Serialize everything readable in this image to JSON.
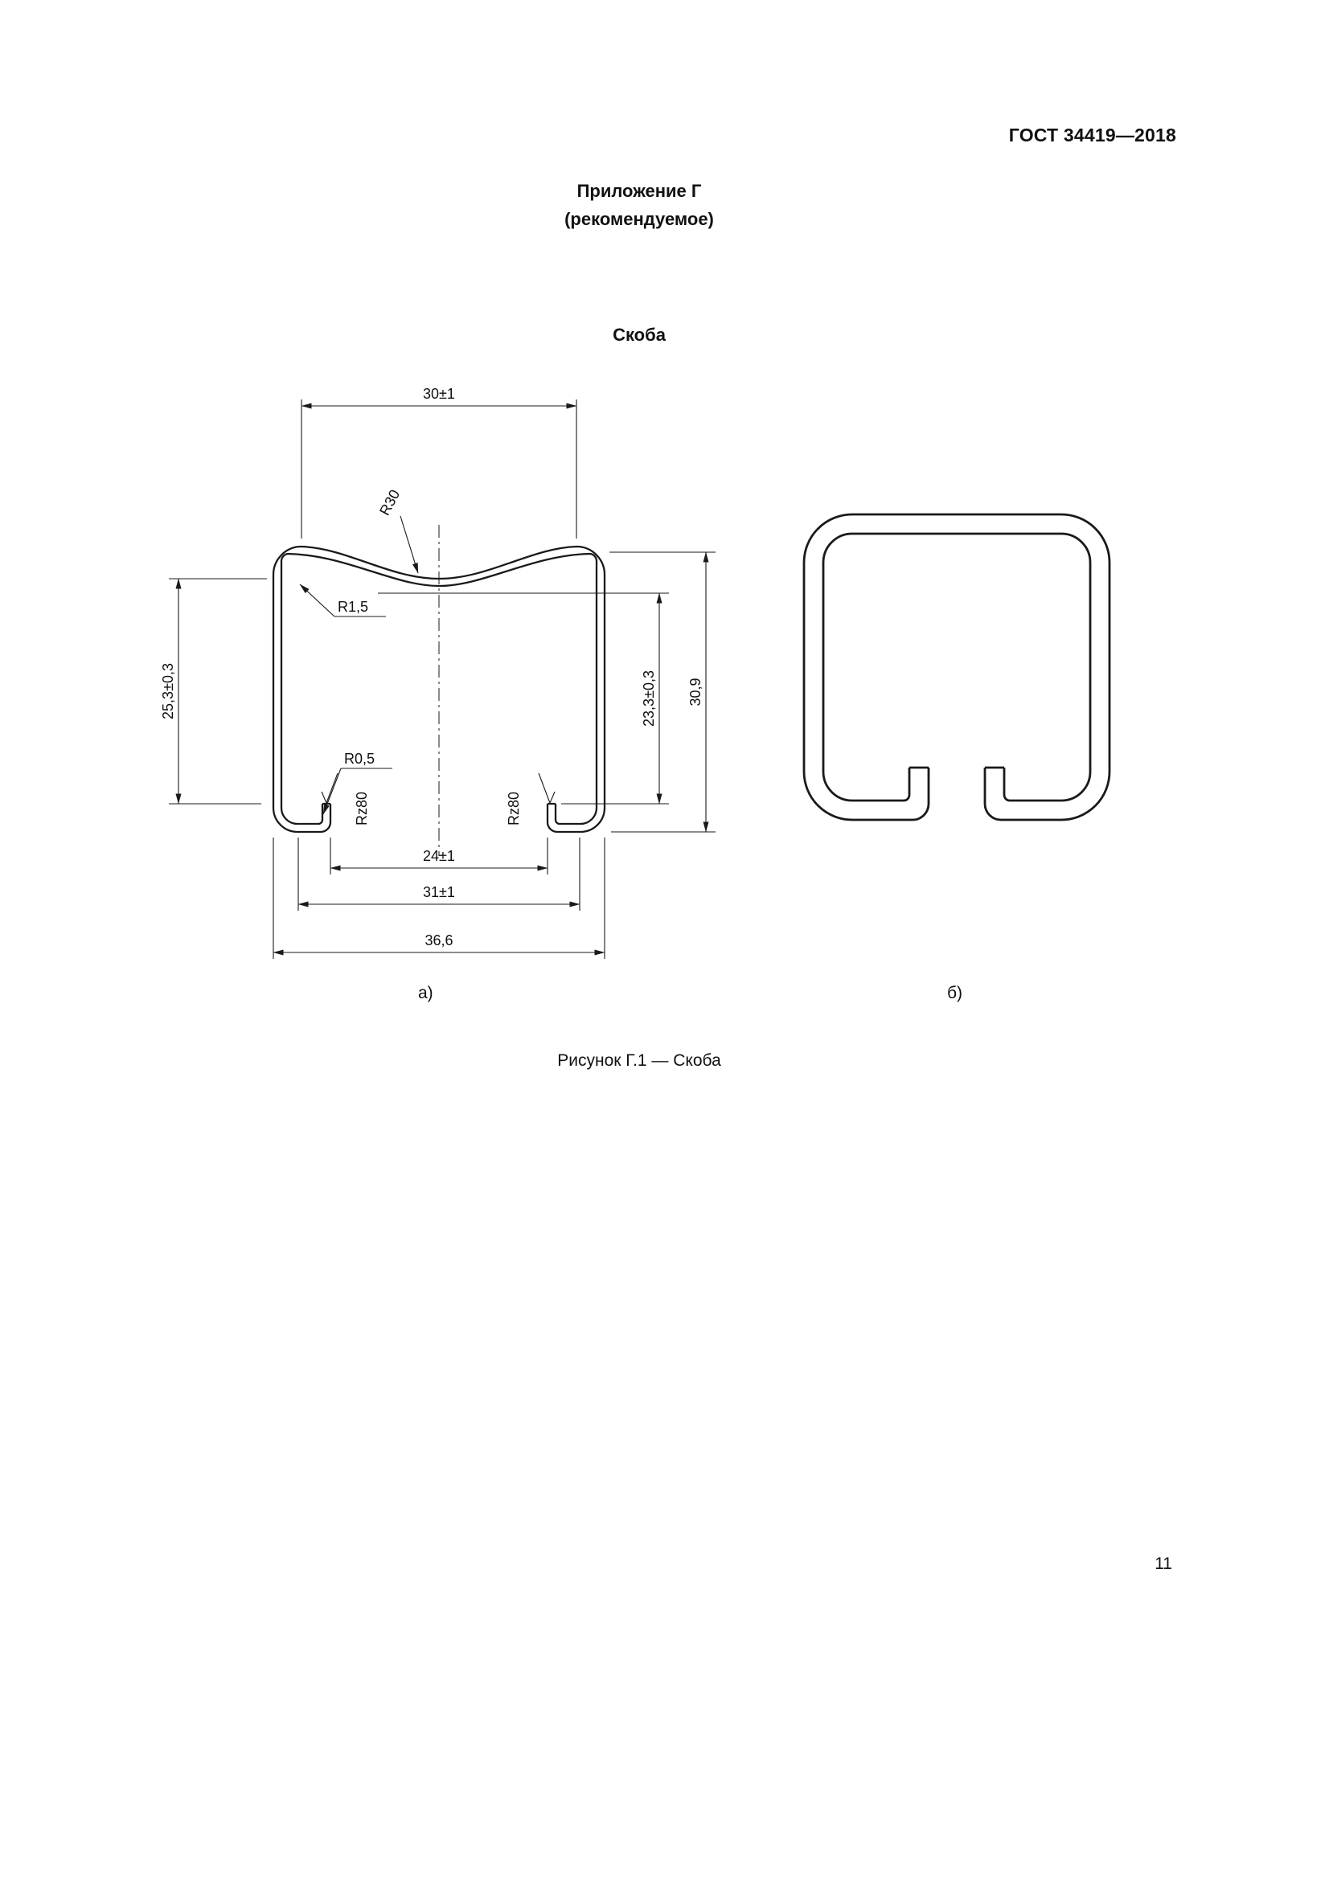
{
  "page": {
    "header": "ГОСТ 34419—2018",
    "number": "11"
  },
  "appendix": {
    "title": "Приложение Г",
    "type_note": "(рекомендуемое)",
    "section_title": "Скоба"
  },
  "figure": {
    "caption": "Рисунок Г.1 — Скоба",
    "view_a_label": "а)",
    "view_b_label": "б)",
    "dimensions": {
      "top_width": "30±1",
      "top_radius": "R30",
      "inner_corner_radius": "R1,5",
      "left_height": "25,3±0,3",
      "inner_height": "23,3±0,3",
      "overall_height": "30,9",
      "lip_radius": "R0,5",
      "roughness_left": "Rz80",
      "roughness_right": "Rz80",
      "lip_gap_width": "24±1",
      "bottom_width": "31±1",
      "overall_width": "36,6"
    }
  }
}
